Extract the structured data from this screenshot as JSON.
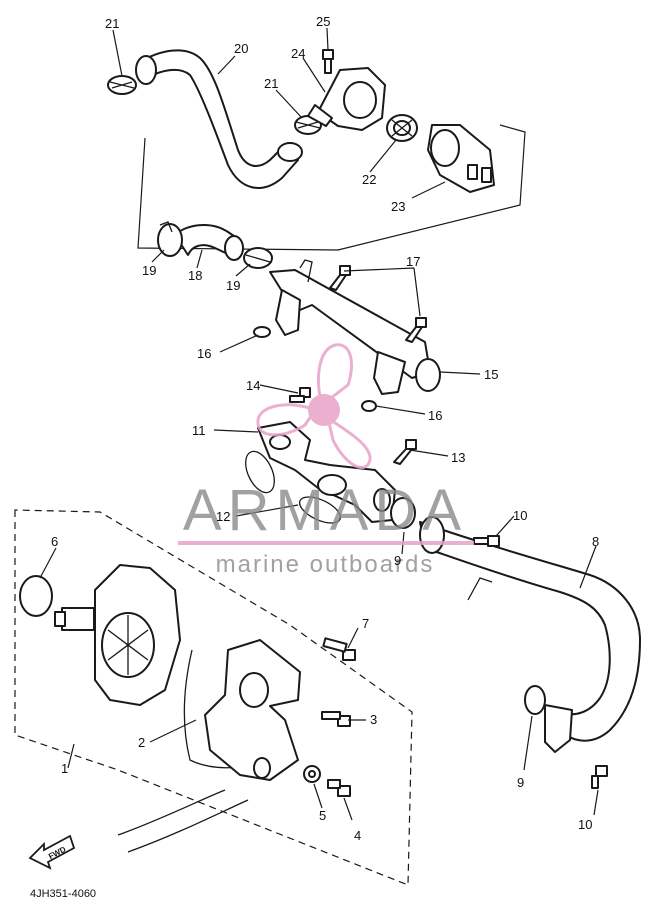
{
  "callouts": {
    "c1": "1",
    "c2": "2",
    "c3": "3",
    "c4": "4",
    "c5": "5",
    "c6": "6",
    "c7": "7",
    "c8": "8",
    "c9a": "9",
    "c9b": "9",
    "c10a": "10",
    "c10b": "10",
    "c11": "11",
    "c12": "12",
    "c13": "13",
    "c14": "14",
    "c15": "15",
    "c16a": "16",
    "c16b": "16",
    "c17": "17",
    "c18": "18",
    "c19a": "19",
    "c19b": "19",
    "c20": "20",
    "c21a": "21",
    "c21b": "21",
    "c22": "22",
    "c23": "23",
    "c24": "24",
    "c25": "25"
  },
  "watermark": {
    "brand": "ARMADA",
    "tagline": "marine outboards",
    "colors": {
      "gray": "#8a8a8a",
      "pink": "#e8a2c8"
    }
  },
  "footer": {
    "code": "4JH351-4060"
  },
  "fwd_badge": {
    "label": "FWD"
  }
}
